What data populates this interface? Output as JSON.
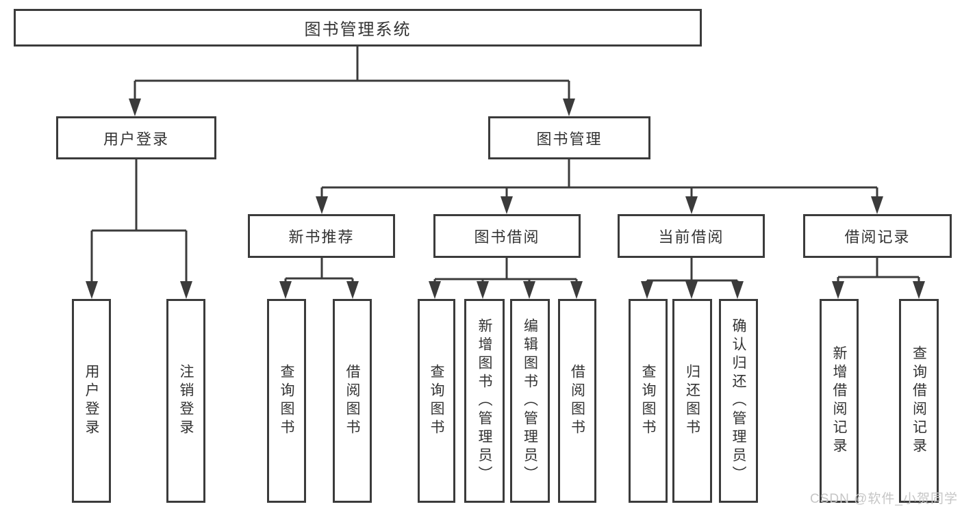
{
  "diagram": {
    "root": "图书管理系统",
    "branches": {
      "user_login": "用户登录",
      "book_mgmt": "图书管理"
    },
    "modules": {
      "new_book_rec": "新书推荐",
      "book_borrow": "图书借阅",
      "current_borrow": "当前借阅",
      "borrow_record": "借阅记录"
    },
    "leaves": {
      "user_login": "用户登录",
      "logout": "注销登录",
      "rec_query_book": "查询图书",
      "rec_borrow_book": "借阅图书",
      "bb_query_book": "查询图书",
      "bb_add_book": "新增图书（管理员）",
      "bb_edit_book": "编辑图书（管理员）",
      "bb_borrow_book": "借阅图书",
      "cb_query_book": "查询图书",
      "cb_return_book": "归还图书",
      "cb_confirm_return": "确认归还（管理员）",
      "br_add_record": "新增借阅记录",
      "br_query_record": "查询借阅记录"
    }
  },
  "watermark": "CSDN @软件_小贺同学",
  "colors": {
    "line": "#3b3b3b",
    "box_border": "#3b3b3b",
    "text": "#333333",
    "watermark": "#c6c6c6",
    "background": "#ffffff"
  }
}
